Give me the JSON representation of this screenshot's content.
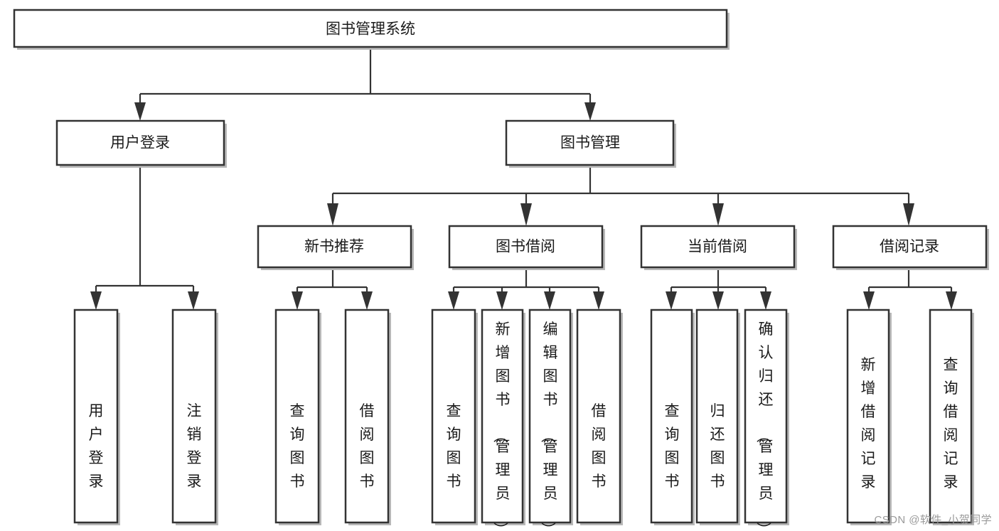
{
  "diagram": {
    "title": "图书管理系统",
    "type": "hierarchy-tree",
    "orientation": "top-down",
    "levels": 4,
    "nodes": {
      "root": {
        "label": "图书管理系统"
      },
      "level2": [
        {
          "id": "user-login",
          "label": "用户登录"
        },
        {
          "id": "book-manage",
          "label": "图书管理"
        }
      ],
      "level3": [
        {
          "id": "new-book-recommend",
          "label": "新书推荐"
        },
        {
          "id": "book-borrow",
          "label": "图书借阅"
        },
        {
          "id": "current-borrow",
          "label": "当前借阅"
        },
        {
          "id": "borrow-record",
          "label": "借阅记录"
        }
      ],
      "leaves": {
        "user-login": [
          {
            "id": "leaf-user-login",
            "label": "用户登录"
          },
          {
            "id": "leaf-logout-login",
            "label": "注销登录"
          }
        ],
        "new-book-recommend": [
          {
            "id": "leaf-query-book-1",
            "label": "查询图书"
          },
          {
            "id": "leaf-borrow-book-1",
            "label": "借阅图书"
          }
        ],
        "book-borrow": [
          {
            "id": "leaf-query-book-2",
            "label": "查询图书"
          },
          {
            "id": "leaf-add-book",
            "label": "新增图书（管理员）"
          },
          {
            "id": "leaf-edit-book",
            "label": "编辑图书（管理员）"
          },
          {
            "id": "leaf-borrow-book-2",
            "label": "借阅图书"
          }
        ],
        "current-borrow": [
          {
            "id": "leaf-query-book-3",
            "label": "查询图书"
          },
          {
            "id": "leaf-return-book",
            "label": "归还图书"
          },
          {
            "id": "leaf-confirm-return",
            "label": "确认归还（管理员）"
          }
        ],
        "borrow-record": [
          {
            "id": "leaf-add-record",
            "label": "新增借阅记录"
          },
          {
            "id": "leaf-query-record",
            "label": "查询借阅记录"
          }
        ]
      }
    },
    "colors": {
      "background": "#ffffff",
      "box_fill": "#ffffff",
      "box_stroke": "#333333",
      "connector": "#333333",
      "text": "#1a1a1a",
      "watermark": "#9a9a9a"
    }
  },
  "watermark": {
    "text": "CSDN @软件_小贺同学"
  }
}
